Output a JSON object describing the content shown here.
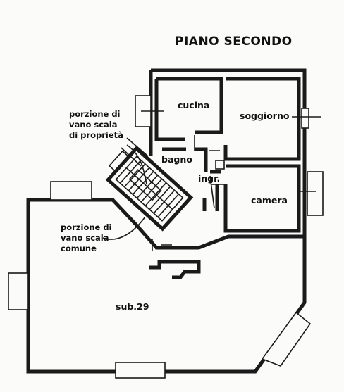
{
  "title": "PIANO SECONDO",
  "rooms": {
    "cucina": "cucina",
    "soggiorno": "soggiorno",
    "bagno": "bagno",
    "ingr": "ingr.",
    "camera": "camera",
    "sub": "sub.29"
  },
  "notes": {
    "proprieta": [
      "porzione di",
      "vano scala",
      "di proprietà"
    ],
    "comune": [
      "porzione di",
      "vano scala",
      "comune"
    ]
  },
  "colors": {
    "ink": "#1a1a1a",
    "paper": "#fbfbf9"
  }
}
